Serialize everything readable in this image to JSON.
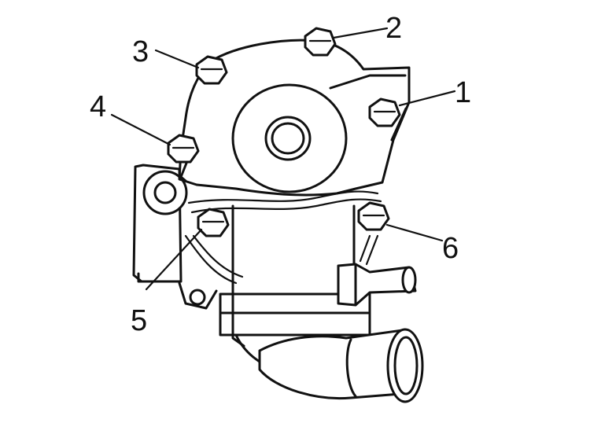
{
  "bolt_labels": {
    "b1": "1",
    "b2": "2",
    "b3": "3",
    "b4": "4",
    "b5": "5",
    "b6": "6"
  },
  "colors": {
    "ink": "#111111",
    "paper": "#ffffff"
  }
}
